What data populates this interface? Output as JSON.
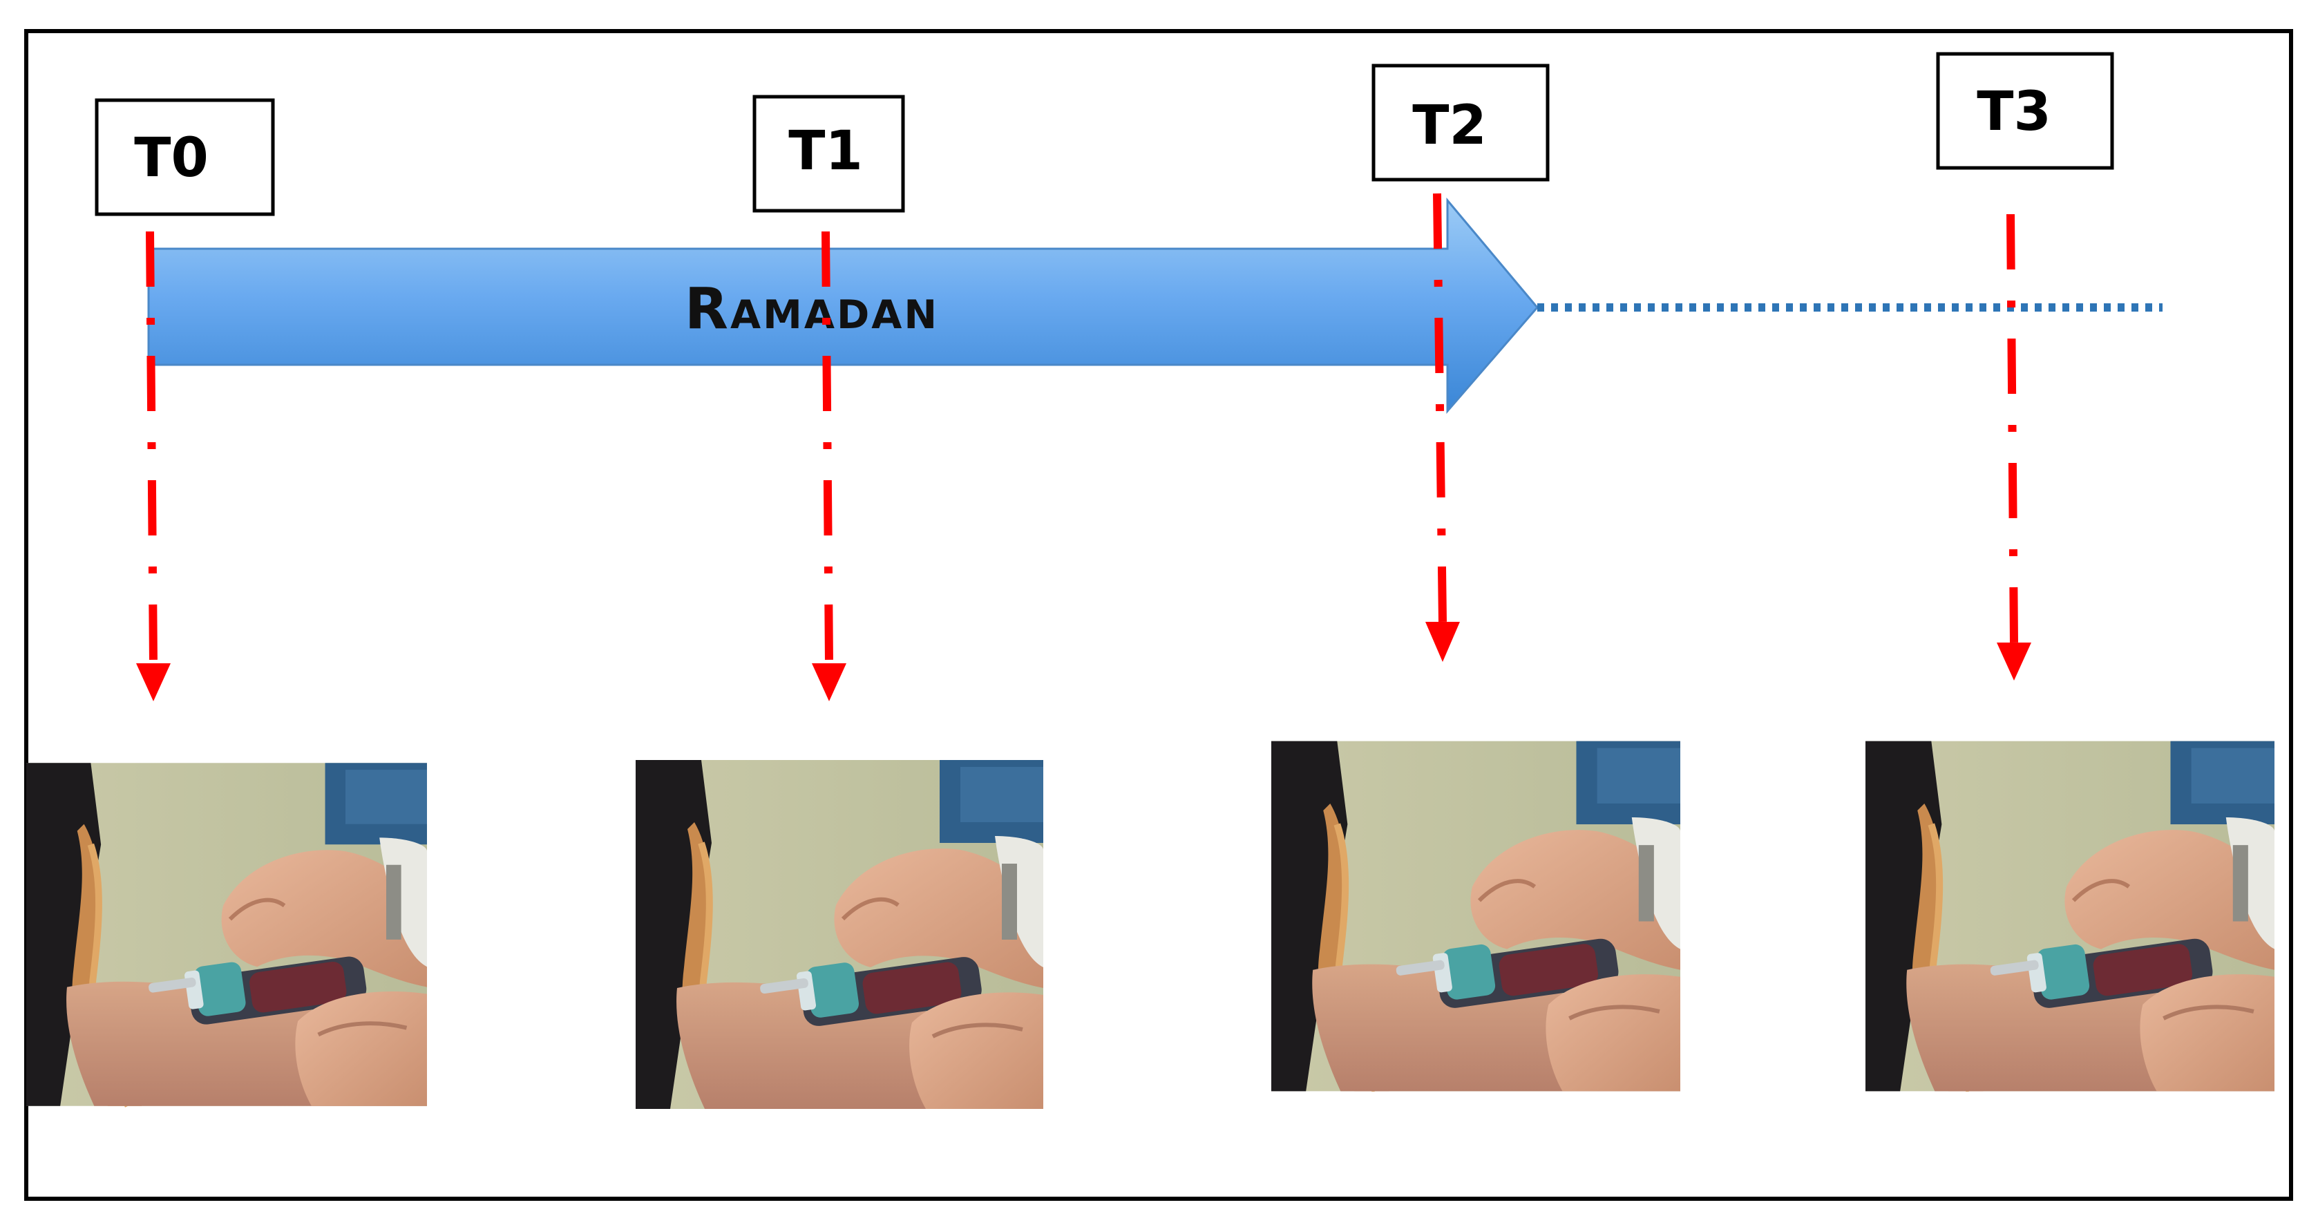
{
  "timepoints": [
    {
      "label": "T0"
    },
    {
      "label": "T1"
    },
    {
      "label": "T2"
    },
    {
      "label": "T3"
    }
  ],
  "period": {
    "label": "Ramadan"
  },
  "colors": {
    "arrow_fill_top": "#8cc0f2",
    "arrow_fill_bottom": "#3f8ede",
    "dotted_line": "#2e75b6",
    "marker_red": "#ff0000",
    "frame": "#000000"
  },
  "icons": {
    "photo": "blood-sample-photo",
    "marker": "red-dashdot-down-arrow"
  }
}
